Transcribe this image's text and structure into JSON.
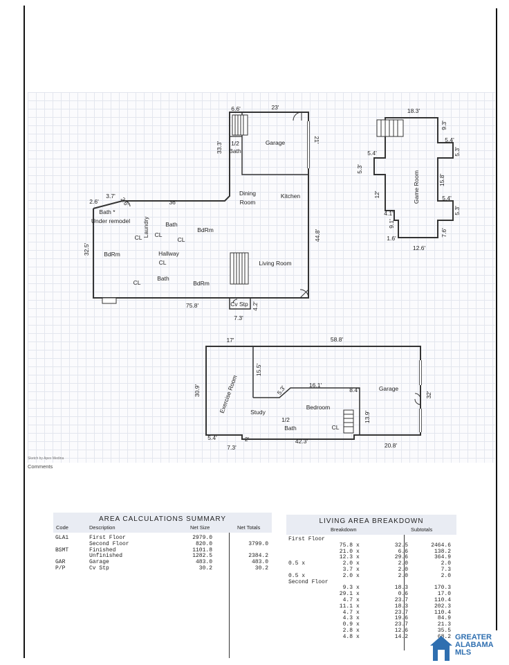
{
  "floorplan": {
    "upper": {
      "dims": [
        "6.6'",
        "23'",
        "21'",
        "33.3'",
        "3.7'",
        "2.6'",
        "2.6'",
        "36'",
        "32.5'",
        "44.8'",
        "75.8'",
        "7.3'",
        "4.2'"
      ],
      "rooms": [
        "Garage",
        "1/2",
        "Bath",
        "Dining",
        "Room",
        "Kitchen",
        "Bath *",
        "Under remodel",
        "Laundry",
        "Bath",
        "BdRm",
        "CL",
        "CL",
        "CL",
        "BdRm",
        "Hallway",
        "CL",
        "Living Room",
        "CL",
        "Bath",
        "BdRm",
        "Cv Stp"
      ]
    },
    "game": {
      "dims": [
        "18.3'",
        "9.3'",
        "5.4'",
        "5.3'",
        "5.4'",
        "5.3'",
        "15.8'",
        "12'",
        "5.4'",
        "5.3'",
        "4.1'",
        "9.1'",
        "7.6'",
        "1.6'",
        "12.6'"
      ],
      "rooms": [
        "Game Room"
      ]
    },
    "basement": {
      "dims": [
        "17'",
        "58.8'",
        "15.5'",
        "5.3'",
        "16.1'",
        "8.4'",
        "30.9'",
        "32'",
        "13.9'",
        "5.4'",
        "2'",
        "7.3'",
        "42.3'",
        "20.8'"
      ],
      "rooms": [
        "Exercise Room",
        "Garage",
        "Bedroom",
        "Study",
        "1/2",
        "Bath",
        "CL"
      ]
    }
  },
  "sketch_note": "Sketch by Apex Medina",
  "comments_label": "Comments",
  "area_summary": {
    "title": "AREA CALCULATIONS SUMMARY",
    "headers": [
      "Code",
      "Description",
      "Net Size",
      "Net Totals"
    ],
    "rows": [
      [
        "GLA1",
        "First Floor",
        "2979.0",
        ""
      ],
      [
        "",
        "Second Floor",
        "820.0",
        "3799.0"
      ],
      [
        "BSMT",
        "Finished",
        "1101.8",
        ""
      ],
      [
        "",
        "Unfinished",
        "1282.5",
        "2384.2"
      ],
      [
        "GAR",
        "Garage",
        "483.0",
        "483.0"
      ],
      [
        "P/P",
        "Cv Stp",
        "30.2",
        "30.2"
      ]
    ]
  },
  "living_area": {
    "title": "LIVING AREA BREAKDOWN",
    "headers": [
      "Breakdown",
      "Subtotals"
    ],
    "rows": [
      [
        "First Floor",
        "",
        "",
        "",
        ""
      ],
      [
        "",
        "75.8",
        "x",
        "32.5",
        "2464.6"
      ],
      [
        "",
        "21.0",
        "x",
        "6.6",
        "138.2"
      ],
      [
        "",
        "12.3",
        "x",
        "29.6",
        "364.9"
      ],
      [
        "0.5 x",
        "2.0",
        "x",
        "2.0",
        "2.0"
      ],
      [
        "",
        "3.7",
        "x",
        "2.0",
        "7.3"
      ],
      [
        "0.5 x",
        "2.0",
        "x",
        "2.0",
        "2.0"
      ],
      [
        "Second Floor",
        "",
        "",
        "",
        ""
      ],
      [
        "",
        "9.3",
        "x",
        "18.3",
        "170.3"
      ],
      [
        "",
        "29.1",
        "x",
        "0.6",
        "17.0"
      ],
      [
        "",
        "4.7",
        "x",
        "23.7",
        "110.4"
      ],
      [
        "",
        "11.1",
        "x",
        "18.3",
        "202.3"
      ],
      [
        "",
        "4.7",
        "x",
        "23.7",
        "110.4"
      ],
      [
        "",
        "4.3",
        "x",
        "19.6",
        "84.9"
      ],
      [
        "",
        "0.9",
        "x",
        "23.7",
        "21.3"
      ],
      [
        "",
        "2.8",
        "x",
        "12.6",
        "35.5"
      ],
      [
        "",
        "4.8",
        "x",
        "14.2",
        "68.2"
      ]
    ]
  },
  "badge": {
    "line1": "GREATER",
    "line2": "ALABAMA",
    "line3": "MLS"
  }
}
